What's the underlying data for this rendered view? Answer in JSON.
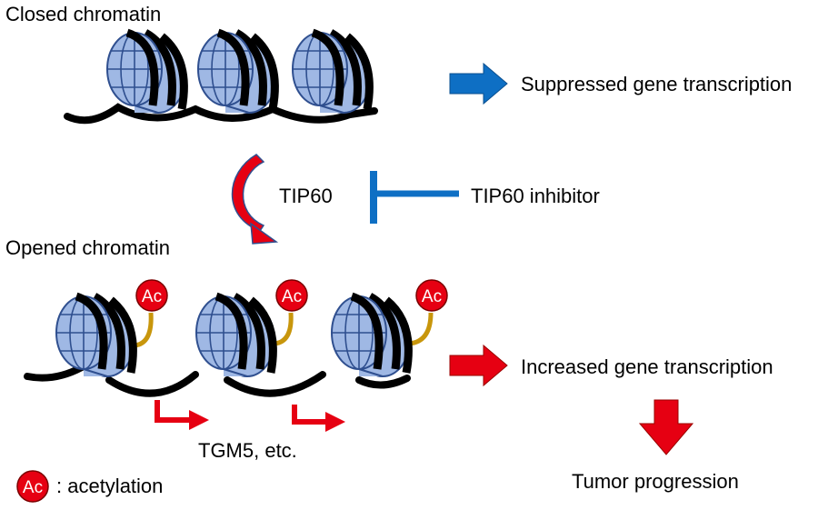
{
  "closed": {
    "title": "Closed chromatin",
    "outcome": "Suppressed gene transcription"
  },
  "enzyme": {
    "name": "TIP60",
    "inhibitor": "TIP60 inhibitor"
  },
  "opened": {
    "title": "Opened chromatin",
    "outcome": "Increased gene transcription",
    "genes": "TGM5, etc."
  },
  "result": "Tumor progression",
  "legend": {
    "symbol": "Ac",
    "description": ": acetylation"
  },
  "colors": {
    "nucleosome_fill": "#9fb8e4",
    "nucleosome_stroke": "#2f4f8f",
    "dna": "#000000",
    "suppress_arrow": "#0e6fc4",
    "activate_arrow": "#e60012",
    "acetyl_mark": "#e60012",
    "acetyl_stalk": "#c8960c"
  }
}
